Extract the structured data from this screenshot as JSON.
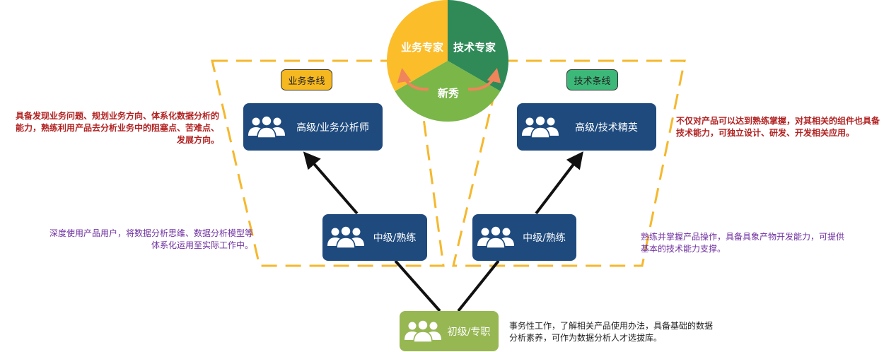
{
  "pie": {
    "segments": [
      {
        "label": "业务专家",
        "color": "#fbbd2a"
      },
      {
        "label": "技术专家",
        "color": "#2f8a58"
      },
      {
        "label": "新秀",
        "color": "#7ab648"
      }
    ]
  },
  "tracks": {
    "business": {
      "label": "业务条线",
      "color": "#f6b821"
    },
    "technical": {
      "label": "技术条线",
      "color": "#3cb878"
    }
  },
  "nodes": {
    "senior_business": "高级/业务分析师",
    "senior_technical": "高级/技术精英",
    "mid_business": "中级/熟练",
    "mid_technical": "中级/熟练",
    "junior": "初级/专职"
  },
  "notes": {
    "senior_business": [
      "具备发现业务问题、规划业务方向、体系化数据分析的",
      "能力，熟练利用产品去分析业务中的阻塞点、苦难点、",
      "发展方向。"
    ],
    "senior_technical": [
      "不仅对产品可以达到熟练掌握，对其相关的组件也具备",
      "技术能力，可独立设计、研发、开发相关应用。"
    ],
    "mid_business": [
      "深度使用产品用户，将数据分析思维、数据分析模型等",
      "体系化运用至实际工作中。"
    ],
    "mid_technical": [
      "熟练并掌握产品操作，具备具象产物开发能力，可提供",
      "基本的技术能力支撑。"
    ],
    "junior": [
      "事务性工作，了解相关产品使用办法，具备基础的数据",
      "分析素养，可作为数据分析人才选拔库。"
    ]
  },
  "colors": {
    "node_blue": "#1e4a7e",
    "node_green": "#97b752",
    "dash_border": "#f5b82e",
    "arrow_curve": "#f0845a",
    "note_red": "#b22222",
    "note_purple": "#7030a0"
  }
}
